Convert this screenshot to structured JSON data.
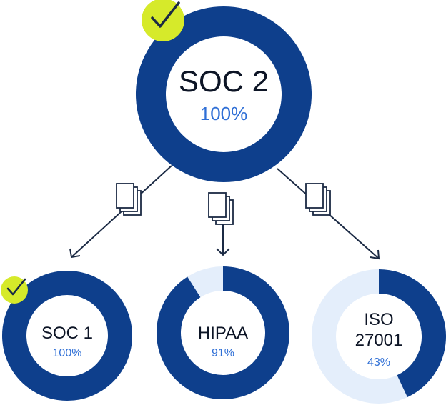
{
  "colors": {
    "ring": "#0e3f8c",
    "ring_track": "#e4eefb",
    "percent_text": "#2f6fd6",
    "label_text": "#0d1526",
    "check_badge": "#d6ea2a",
    "line": "#1b2a44"
  },
  "root": {
    "name": "SOC 2",
    "percent_label": "100%",
    "percent": 100,
    "checked": true
  },
  "children": [
    {
      "name_lines": [
        "SOC 1"
      ],
      "percent_label": "100%",
      "percent": 100,
      "checked": true
    },
    {
      "name_lines": [
        "HIPAA"
      ],
      "percent_label": "91%",
      "percent": 91,
      "checked": false
    },
    {
      "name_lines": [
        "ISO",
        "27001"
      ],
      "percent_label": "43%",
      "percent": 43,
      "checked": false
    }
  ],
  "icons": {
    "check": "check-badge-icon",
    "connector_docs": "documents-icon"
  }
}
